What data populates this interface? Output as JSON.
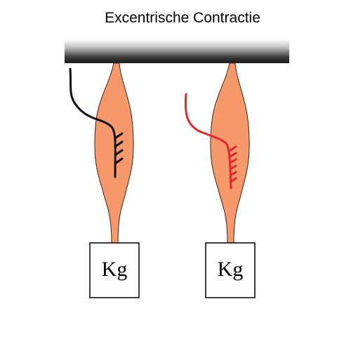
{
  "title": "Excentrische Contractie",
  "weights": [
    {
      "label": "Kg"
    },
    {
      "label": "Kg"
    }
  ],
  "colors": {
    "muscle_fill": "#F7996A",
    "muscle_stroke": "#3a2418",
    "nerve_left": "#111111",
    "nerve_right": "#E8252B",
    "bar_top": "#ffffff",
    "bar_bottom": "#1c1c1c",
    "box_stroke": "#000000"
  }
}
